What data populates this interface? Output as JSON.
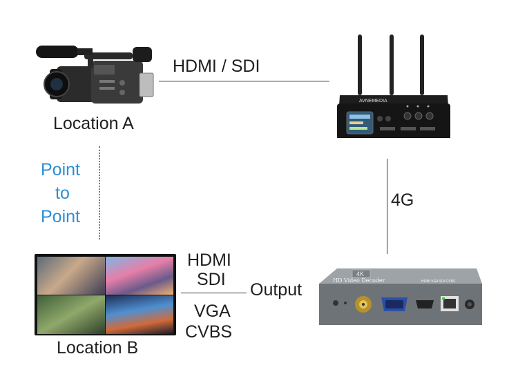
{
  "labels": {
    "location_a": "Location A",
    "location_b": "Location B",
    "hdmi_sdi_top": "HDMI / SDI",
    "link_4g": "4G",
    "point_to_point": [
      "Point",
      "to",
      "Point"
    ],
    "out_hdmi": "HDMI",
    "out_sdi": "SDI",
    "out_vga": "VGA",
    "out_cvbs": "CVBS",
    "output": "Output"
  },
  "devices": {
    "encoder_brand": "AVNEMEDIA",
    "decoder_badge": "4K",
    "decoder_title": "HD Video Decoder",
    "decoder_ports_label": "HDMI VGA SDI CVBS"
  },
  "colors": {
    "accent_blue": "#2a8fd6",
    "line": "#333333"
  }
}
